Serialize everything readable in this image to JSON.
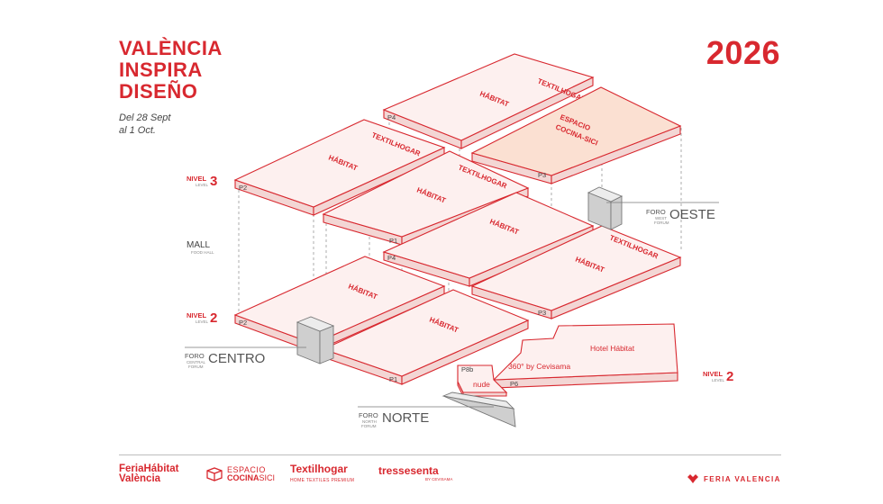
{
  "header": {
    "title_lines": [
      "VALÈNCIA",
      "INSPIRA",
      "DISEÑO"
    ],
    "dates_line1": "Del 28 Sept",
    "dates_line2": "al 1 Oct.",
    "year": "2026"
  },
  "levels": {
    "nivel": "NIVEL",
    "level": "LEVEL",
    "n3": "3",
    "n2": "2",
    "mall": "MALL",
    "food_hall": "FOOD HALL"
  },
  "forums": {
    "foro": "FORO",
    "oeste": "OESTE",
    "oeste_sub1": "WEST",
    "oeste_sub2": "FORUM",
    "centro": "CENTRO",
    "centro_sub1": "CENTRAL",
    "centro_sub2": "FORUM",
    "norte": "NORTE",
    "norte_sub1": "NORTH",
    "norte_sub2": "FORUM"
  },
  "sectors": {
    "habitat": "HÁBITAT",
    "textilhogar": "TEXTILHOGAR",
    "espacio_l1": "ESPACIO",
    "espacio_l2": "COCINA-SICI",
    "hotel": "Hotel Hábitat",
    "cevisama": "360° by Cevisama",
    "nude": "nude"
  },
  "pavilions": {
    "p1": "P1",
    "p2": "P2",
    "p3": "P3",
    "p4": "P4",
    "p6": "P6",
    "p8b": "P8b"
  },
  "footer": {
    "fh_l1": "FeriaHábitat",
    "fh_l2": "València",
    "esp_l1": "ESPACIO",
    "esp_l2a": "COCINA",
    "esp_l2b": "SICI",
    "tex_l1": "Textilhogar",
    "tex_l2": "HOME TEXTILES PREMIUM",
    "tre_l1": "tressesenta",
    "tre_l2": "BY CEVISAMA",
    "fv": "FERIA VALENCIA"
  },
  "colors": {
    "brand_red": "#d8282f",
    "slab_fill": "#fdf0ef",
    "slab_side": "#f3d6d4",
    "highlight_fill": "#fbe0d2",
    "forum_grey": "#d9d9d9"
  }
}
